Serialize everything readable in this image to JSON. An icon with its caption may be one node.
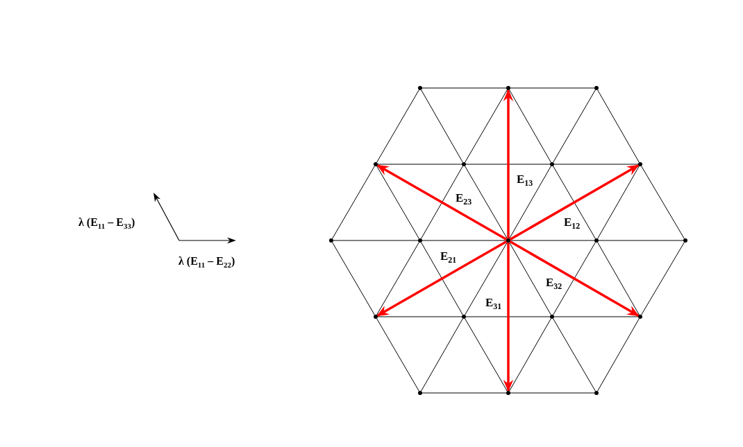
{
  "diagram": {
    "nodes": [
      {
        "text": [],
        "shape": "circle"
      },
      {
        "text": [],
        "shape": "circle"
      },
      {
        "text": [],
        "shape": "circle"
      },
      {
        "text": [],
        "shape": "circle"
      },
      {
        "text": [],
        "shape": "circle"
      },
      {
        "text": [],
        "shape": "circle"
      },
      {
        "text": [],
        "shape": "circle"
      },
      {
        "text": [],
        "shape": "circle"
      },
      {
        "text": [],
        "shape": "circle"
      },
      {
        "text": [],
        "shape": "circle"
      },
      {
        "text": [],
        "shape": "circle"
      },
      {
        "text": [],
        "shape": "circle"
      },
      {
        "text": [],
        "shape": "circle"
      },
      {
        "text": [],
        "shape": "circle"
      },
      {
        "text": [],
        "shape": "circle"
      },
      {
        "text": [],
        "shape": "circle"
      },
      {
        "text": [],
        "shape": "circle"
      },
      {
        "text": [],
        "shape": "circle"
      },
      {
        "text": [],
        "shape": "circle"
      }
    ],
    "edges": [
      {
        "from": 9,
        "to": 1,
        "arrow": "to",
        "label": "E$_{13}$",
        "style": "thick",
        "color": "#ff0000"
      },
      {
        "from": 9,
        "to": 6,
        "arrow": "to",
        "label": "E$_{12}$",
        "style": "thick",
        "color": "#ff0000"
      },
      {
        "from": 9,
        "to": 3,
        "arrow": "to",
        "label": "E$_{23}$",
        "style": "thick",
        "color": "#ff0000"
      },
      {
        "from": 9,
        "to": 12,
        "arrow": "to",
        "label": "E$_{21}$",
        "style": "thick",
        "color": "#ff0000"
      },
      {
        "from": 9,
        "to": 15,
        "arrow": "to",
        "label": "E$_{32}$",
        "style": "thick",
        "color": "#ff0000"
      },
      {
        "from": 9,
        "to": 17,
        "arrow": "to",
        "label": "E$_{31}$",
        "style": "thick",
        "color": "#ff0000"
      },
      {
        "from": 0,
        "to": 1,
        "arrow": "none"
      },
      {
        "from": 1,
        "to": 2,
        "arrow": "none"
      },
      {
        "from": 3,
        "to": 4,
        "arrow": "none"
      },
      {
        "from": 4,
        "to": 5,
        "arrow": "none"
      },
      {
        "from": 5,
        "to": 6,
        "arrow": "none"
      },
      {
        "from": 7,
        "to": 8,
        "arrow": "none"
      },
      {
        "from": 8,
        "to": 9,
        "arrow": "none"
      },
      {
        "from": 9,
        "to": 10,
        "arrow": "none"
      },
      {
        "from": 10,
        "to": 11,
        "arrow": "none"
      },
      {
        "from": 12,
        "to": 13,
        "arrow": "none"
      },
      {
        "from": 13,
        "to": 14,
        "arrow": "none"
      },
      {
        "from": 14,
        "to": 15,
        "arrow": "none"
      },
      {
        "from": 16,
        "to": 17,
        "arrow": "none"
      },
      {
        "from": 17,
        "to": 18,
        "arrow": "none"
      },
      {
        "from": 0,
        "to": 3,
        "arrow": "none"
      },
      {
        "from": 0,
        "to": 4,
        "arrow": "none"
      },
      {
        "from": 1,
        "to": 4,
        "arrow": "none"
      },
      {
        "from": 1,
        "to": 5,
        "arrow": "none"
      },
      {
        "from": 2,
        "to": 5,
        "arrow": "none"
      },
      {
        "from": 2,
        "to": 6,
        "arrow": "none"
      },
      {
        "from": 3,
        "to": 7,
        "arrow": "none"
      },
      {
        "from": 3,
        "to": 8,
        "arrow": "none"
      },
      {
        "from": 4,
        "to": 8,
        "arrow": "none"
      },
      {
        "from": 4,
        "to": 9,
        "arrow": "none"
      },
      {
        "from": 5,
        "to": 9,
        "arrow": "none"
      },
      {
        "from": 5,
        "to": 10,
        "arrow": "none"
      },
      {
        "from": 6,
        "to": 10,
        "arrow": "none"
      },
      {
        "from": 6,
        "to": 11,
        "arrow": "none"
      },
      {
        "from": 7,
        "to": 12,
        "arrow": "none"
      },
      {
        "from": 8,
        "to": 12,
        "arrow": "none"
      },
      {
        "from": 8,
        "to": 13,
        "arrow": "none"
      },
      {
        "from": 9,
        "to": 13,
        "arrow": "none"
      },
      {
        "from": 9,
        "to": 14,
        "arrow": "none"
      },
      {
        "from": 10,
        "to": 14,
        "arrow": "none"
      },
      {
        "from": 10,
        "to": 15,
        "arrow": "none"
      },
      {
        "from": 11,
        "to": 15,
        "arrow": "none"
      },
      {
        "from": 12,
        "to": 16,
        "arrow": "none"
      },
      {
        "from": 13,
        "to": 16,
        "arrow": "none"
      },
      {
        "from": 13,
        "to": 17,
        "arrow": "none"
      },
      {
        "from": 14,
        "to": 17,
        "arrow": "none"
      },
      {
        "from": 14,
        "to": 18,
        "arrow": "none"
      },
      {
        "from": 15,
        "to": 18,
        "arrow": "none"
      }
    ],
    "labels": [
      "λ (E$_{11}$ – E$_{33}$)",
      "λ (E$_{11}$ – E$_{22}$)"
    ]
  }
}
